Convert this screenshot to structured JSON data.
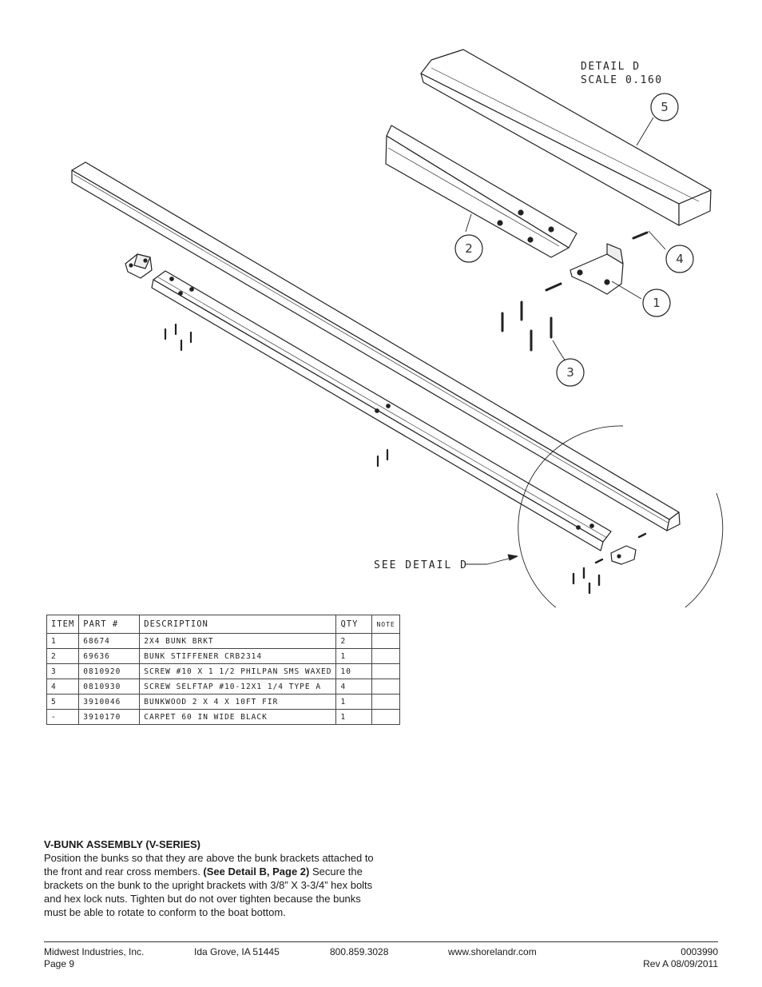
{
  "drawing": {
    "detail_title": "DETAIL  D",
    "detail_scale": "SCALE  0.160",
    "see_detail": "SEE DETAIL  D",
    "balloons": [
      "5",
      "2",
      "4",
      "1",
      "3"
    ]
  },
  "parts_table": {
    "headers": [
      "ITEM",
      "PART #",
      "DESCRIPTION",
      "QTY",
      "NOTE"
    ],
    "rows": [
      [
        "1",
        "68674",
        "2X4 BUNK BRKT",
        "2",
        ""
      ],
      [
        "2",
        "69636",
        "BUNK STIFFENER CRB2314",
        "1",
        ""
      ],
      [
        "3",
        "0810920",
        "SCREW #10 X 1 1/2 PHILPAN SMS WAXED",
        "10",
        ""
      ],
      [
        "4",
        "0810930",
        "SCREW SELFTAP #10-12X1 1/4 TYPE A",
        "4",
        ""
      ],
      [
        "5",
        "3910046",
        "BUNKWOOD   2 X 4 X 10FT FIR",
        "1",
        ""
      ],
      [
        "-",
        "3910170",
        "CARPET 60 IN WIDE BLACK",
        "1",
        ""
      ]
    ]
  },
  "instructions": {
    "title": "V-BUNK ASSEMBLY (V-SERIES)",
    "text_1": "Position the bunks so that they are above the bunk brackets attached to the front and rear cross members. ",
    "text_bold": "(See Detail B, Page 2)",
    "text_2": " Secure the brackets on the bunk to the upright brackets with 3/8” X 3-3/4” hex bolts and hex lock nuts. Tighten but do not over tighten because the bunks must be able to rotate to conform to the boat bottom."
  },
  "footer": {
    "company": "Midwest Industries, Inc.",
    "location": "Ida Grove, IA 51445",
    "phone": "800.859.3028",
    "website": "www.shorelandr.com",
    "doc_number": "0003990",
    "page": "Page 9",
    "revision": "Rev A 08/09/2011"
  }
}
